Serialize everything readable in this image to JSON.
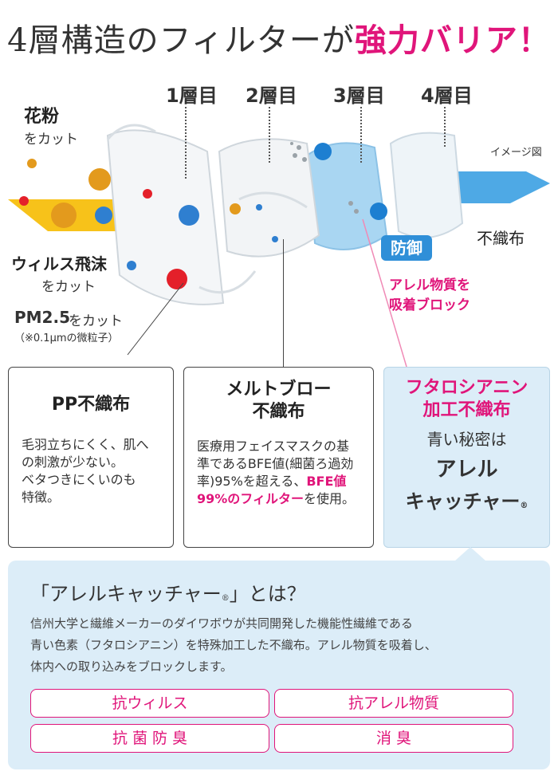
{
  "headline": {
    "part1": "4層構造のフィルターが",
    "part2": "強力バリア！"
  },
  "layers": [
    {
      "label": "1層目"
    },
    {
      "label": "2層目"
    },
    {
      "label": "3層目"
    },
    {
      "label": "4層目"
    }
  ],
  "image_note": "イメージ図",
  "callouts": {
    "pollen_title": "花粉",
    "pollen_sub": "をカット",
    "virus_title": "ウィルス飛沫",
    "virus_sub": "をカット",
    "pm_title": "PM2.5",
    "pm_cut": "をカット",
    "pm_note": "（※0.1μmの微粒子）",
    "nonwoven": "不織布",
    "defense": "防御",
    "allergen_line1": "アレル物質を",
    "allergen_line2": "吸着ブロック"
  },
  "boxes": [
    {
      "title": "PP不織布",
      "body": [
        "毛羽立ちにくく、肌へ",
        "の刺激が少ない。",
        "ベタつきにくいのも",
        "特徴。"
      ]
    },
    {
      "title_line1": "メルトブロー",
      "title_line2": "不織布",
      "body1": "医療用フェイスマスクの基準であるBFE値(細菌ろ過効率)95%を超える、",
      "highlight": "BFE値99%のフィルター",
      "body2": "を使用。"
    },
    {
      "title_line1": "フタロシアニン",
      "title_line2": "加工不織布",
      "line1": "青い秘密は",
      "line2": "アレル",
      "line3": "キャッチャー",
      "mark": "®"
    }
  ],
  "info": {
    "heading_open": "「アレルキャッチャー",
    "heading_mark": "®",
    "heading_close": "」とは？",
    "body": [
      "信州大学と繊維メーカーのダイワボウが共同開発した機能性繊維である",
      "青い色素（フタロシアニン）を特殊加工した不織布。アレル物質を吸着し、",
      "体内への取り込みをブロックします。"
    ],
    "pills": [
      "抗ウィルス",
      "抗アレル物質",
      "抗 菌 防 臭",
      "消 臭"
    ]
  },
  "colors": {
    "accent": "#e0157a",
    "light_blue": "#dcedf8",
    "yellow": "#f7c21a",
    "blue_arrow": "#2f9ae0"
  }
}
